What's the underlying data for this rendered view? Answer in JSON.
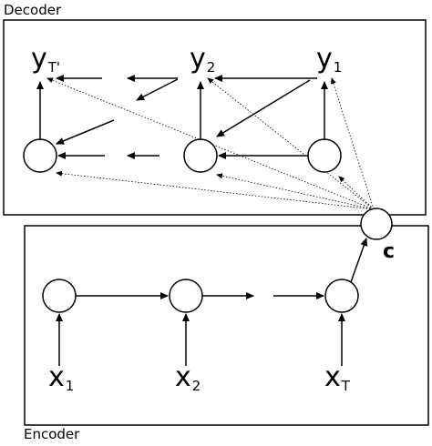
{
  "decoder": {
    "title": "Decoder",
    "outputs": [
      {
        "symbol": "y",
        "subscript": "T'"
      },
      {
        "symbol": "y",
        "subscript": "2"
      },
      {
        "symbol": "y",
        "subscript": "1"
      }
    ]
  },
  "encoder": {
    "title": "Encoder",
    "inputs": [
      {
        "symbol": "x",
        "subscript": "1"
      },
      {
        "symbol": "x",
        "subscript": "2"
      },
      {
        "symbol": "x",
        "subscript": "T"
      }
    ]
  },
  "context": {
    "label": "c"
  }
}
